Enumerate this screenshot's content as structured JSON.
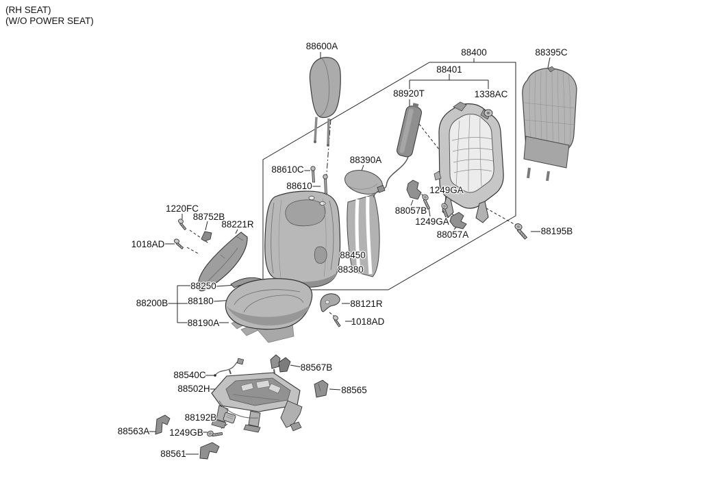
{
  "title": {
    "line1": "(RH SEAT)",
    "line2": "(W/O POWER SEAT)"
  },
  "colors": {
    "background": "#ffffff",
    "line_art": "#222222",
    "part_light": "#c6c6c6",
    "part_mid": "#a8a8a8",
    "part_dark": "#8f8f8f",
    "label_text": "#111111"
  },
  "parts": {
    "p88600a": "88600A",
    "p88400": "88400",
    "p88401": "88401",
    "p88920t": "88920T",
    "p1338ac": "1338AC",
    "p88395c": "88395C",
    "p88610c": "88610C",
    "p88610": "88610",
    "p88390a": "88390A",
    "p1249ga_1": "1249GA",
    "p88057b": "88057B",
    "p1249ga_2": "1249GA",
    "p88057a": "88057A",
    "p88195b": "88195B",
    "p1220fc": "1220FC",
    "p88752b": "88752B",
    "p88221r": "88221R",
    "p1018ad_1": "1018AD",
    "p88450": "88450",
    "p88380": "88380",
    "p88250": "88250",
    "p88200b": "88200B",
    "p88180": "88180",
    "p88190a": "88190A",
    "p88121r": "88121R",
    "p1018ad_2": "1018AD",
    "p88540c": "88540C",
    "p88502h": "88502H",
    "p88567b": "88567B",
    "p88565": "88565",
    "p88192b": "88192B",
    "p1249gb": "1249GB",
    "p88563a": "88563A",
    "p88561": "88561"
  }
}
